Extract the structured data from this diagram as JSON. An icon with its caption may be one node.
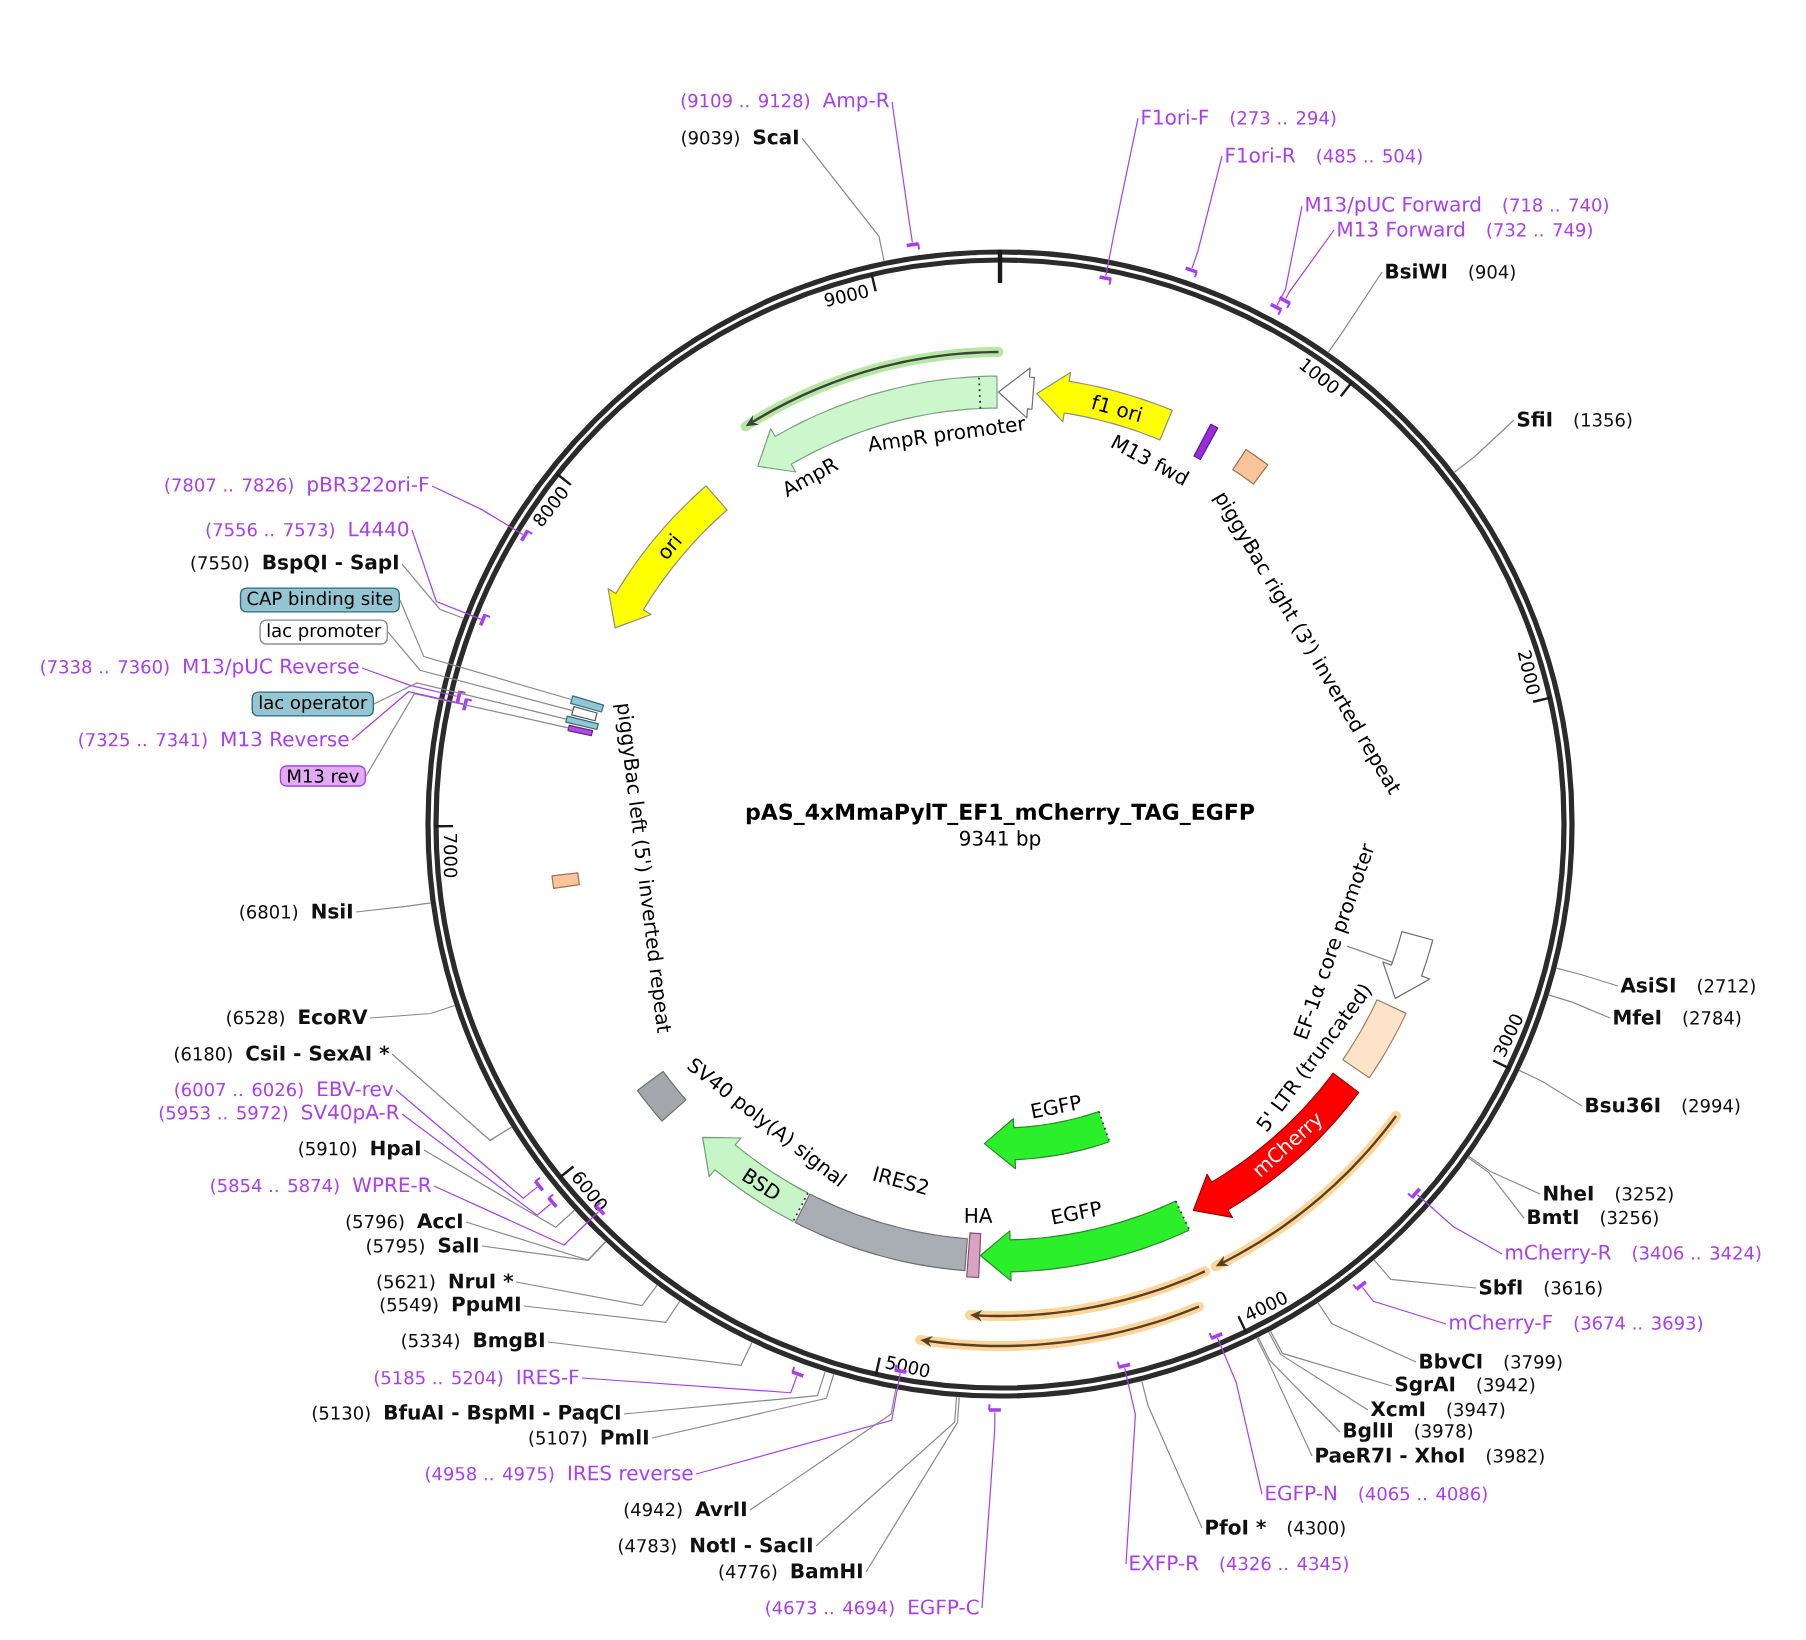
{
  "diagram": {
    "title": "pAS_4xMmaPylT_EF1_mCherry_TAG_EGFP",
    "nodes": [
      {
        "text": [],
        "shape": "circle"
      },
      {
        "text": [
          "f1 ori"
        ],
        "in": 0
      },
      {
        "text": [],
        "shape": "box",
        "in": 0,
        "beside": [
          "M13 fwd"
        ]
      },
      {
        "text": [],
        "shape": "box",
        "in": 0,
        "beside": [
          "piggyBac right (3') inverted repeat"
        ]
      },
      {
        "text": [],
        "shape": "arrow",
        "in": 0
      },
      {
        "text": [
          "EF-1α core promoter"
        ],
        "in": 0
      },
      {
        "text": [],
        "shape": "box",
        "in": 0,
        "beside": [
          "5' LTR (truncated)"
        ]
      },
      {
        "text": [
          "mCherry"
        ],
        "in": 0
      },
      {
        "text": [],
        "shape": "arrow",
        "in": 0,
        "beside": [
          "EGFP"
        ]
      },
      {
        "text": [],
        "shape": "box",
        "in": 0,
        "beside": [
          "HA"
        ]
      },
      {
        "text": [],
        "shape": "bar",
        "in": 0,
        "beside": [
          "IRES2"
        ]
      },
      {
        "text": [
          "BSD"
        ],
        "in": 0
      },
      {
        "text": [],
        "shape": "box",
        "in": 0,
        "beside": [
          "SV40 poly(A) signal"
        ]
      },
      {
        "text": [],
        "shape": "box",
        "in": 0
      },
      {
        "text": [],
        "shape": "box",
        "in": 0
      },
      {
        "text": [],
        "shape": "box",
        "in": 0
      },
      {
        "text": [],
        "shape": "box",
        "in": 0
      },
      {
        "text": [],
        "shape": "box",
        "in": 0
      },
      {
        "text": [
          "ori"
        ],
        "in": 0
      },
      {
        "text": [],
        "shape": "arrow",
        "in": 0,
        "beside": [
          "AmpR"
        ]
      },
      {
        "text": [],
        "shape": "arrow",
        "in": 0,
        "beside": [
          "AmpR promoter"
        ]
      },
      {
        "text": [],
        "shape": "arrow",
        "in": 0,
        "beside": [
          "EGFP"
        ]
      },
      {
        "text": [],
        "shape": "arrow",
        "in": 0
      },
      {
        "text": [],
        "shape": "arrow",
        "in": 0
      },
      {
        "text": [],
        "shape": "arrow",
        "in": 0
      },
      {
        "text": [],
        "shape": "arrow",
        "in": 0
      },
      {
        "text": [
          "(9109 .. 9128)",
          "Amp-R"
        ]
      },
      {
        "text": [
          "F1ori-F",
          "(273 .. 294)"
        ]
      },
      {
        "text": [
          "(9039)",
          "ScaI"
        ]
      },
      {
        "text": [
          "F1ori-R",
          "(485 .. 504)"
        ]
      },
      {
        "text": [
          "M13/pUC Forward",
          "(718 .. 740)"
        ]
      },
      {
        "text": [
          "M13 Forward",
          "(732 .. 749)"
        ]
      },
      {
        "text": [
          "BsiWI",
          "(904)"
        ]
      },
      {
        "text": [
          "SfiI",
          "(1356)"
        ]
      },
      {
        "text": [
          "(7807 .. 7826)",
          "pBR322ori-F"
        ]
      },
      {
        "text": [
          "(7556 .. 7573)",
          "L4440"
        ]
      },
      {
        "text": [
          "(7550)",
          "BspQI - SapI"
        ]
      },
      {
        "text": [
          "CAP binding site"
        ]
      },
      {
        "text": [
          "lac promoter"
        ]
      },
      {
        "text": [
          "(7338 .. 7360)",
          "M13/pUC Reverse"
        ]
      },
      {
        "text": [
          "lac operator"
        ]
      },
      {
        "text": [
          "(7325 .. 7341)",
          "M13 Reverse"
        ]
      },
      {
        "text": [
          "M13 rev"
        ]
      },
      {
        "text": [
          "(6801)",
          "NsiI"
        ]
      },
      {
        "text": [
          "AsiSI",
          "(2712)"
        ]
      },
      {
        "text": [
          "(6528)",
          "EcoRV"
        ]
      },
      {
        "text": [
          "MfeI",
          "(2784)"
        ]
      },
      {
        "text": [
          "(6180)",
          "CsiI - SexAI *"
        ]
      },
      {
        "text": [
          "(6007 .. 6026)",
          "EBV-rev"
        ]
      },
      {
        "text": [
          "(5953 .. 5972)",
          "SV40pA-R"
        ]
      },
      {
        "text": [
          "Bsu36I",
          "(2994)"
        ]
      },
      {
        "text": [
          "(5910)",
          "HpaI"
        ]
      },
      {
        "text": [
          "(5854 .. 5874)",
          "WPRE-R"
        ]
      },
      {
        "text": [
          "NheI",
          "(3252)"
        ]
      },
      {
        "text": [
          "(5796)",
          "AccI"
        ]
      },
      {
        "text": [
          "BmtI",
          "(3256)"
        ]
      },
      {
        "text": [
          "(5795)",
          "SalI"
        ]
      },
      {
        "text": [
          "mCherry-R",
          "(3406 .. 3424)"
        ]
      },
      {
        "text": [
          "(5621)",
          "NruI *"
        ]
      },
      {
        "text": [
          "SbfI",
          "(3616)"
        ]
      },
      {
        "text": [
          "(5549)",
          "PpuMI"
        ]
      },
      {
        "text": [
          "mCherry-F",
          "(3674 .. 3693)"
        ]
      },
      {
        "text": [
          "(5334)",
          "BmgBI"
        ]
      },
      {
        "text": [
          "BbvCI",
          "(3799)"
        ]
      },
      {
        "text": [
          "(5185 .. 5204)",
          "IRES-F"
        ]
      },
      {
        "text": [
          "SgrAI",
          "(3942)"
        ]
      },
      {
        "text": [
          "XcmI",
          "(3947)"
        ]
      },
      {
        "text": [
          "(5130)",
          "BfuAI - BspMI - PaqCI"
        ]
      },
      {
        "text": [
          "BglII",
          "(3978)"
        ]
      },
      {
        "text": [
          "(5107)",
          "PmlI"
        ]
      },
      {
        "text": [
          "PaeR7I - XhoI",
          "(3982)"
        ]
      },
      {
        "text": [
          "(4958 .. 4975)",
          "IRES reverse"
        ]
      },
      {
        "text": [
          "EGFP-N",
          "(4065 .. 4086)"
        ]
      },
      {
        "text": [
          "(4942)",
          "AvrII"
        ]
      },
      {
        "text": [
          "PfoI *",
          "(4300)"
        ]
      },
      {
        "text": [
          "(4783)",
          "NotI - SacII"
        ]
      },
      {
        "text": [
          "EXFP-R",
          "(4326 .. 4345)"
        ]
      },
      {
        "text": [
          "(4776)",
          "BamHI"
        ]
      },
      {
        "text": [
          "(4673 .. 4694)",
          "EGFP-C"
        ]
      },
      {
        "text": [],
        "shape": "bar"
      },
      {
        "text": [],
        "shape": "bar",
        "in": 0
      },
      {
        "text": [],
        "shape": "bar"
      },
      {
        "text": [],
        "shape": "bar"
      },
      {
        "text": [],
        "shape": "bar"
      },
      {
        "text": [],
        "shape": "bar",
        "in": 0
      },
      {
        "text": [],
        "shape": "bar",
        "in": 0
      },
      {
        "text": [],
        "shape": "bar",
        "in": 0
      },
      {
        "text": [],
        "shape": "bar",
        "in": 0
      },
      {
        "text": [],
        "shape": "bar"
      },
      {
        "text": [],
        "shape": "bar"
      },
      {
        "text": [],
        "shape": "bar",
        "in": 0
      },
      {
        "text": [],
        "shape": "bar",
        "in": 0
      },
      {
        "text": [],
        "shape": "bar"
      },
      {
        "text": [],
        "shape": "bar"
      },
      {
        "text": [],
        "shape": "bar",
        "in": 0
      },
      {
        "text": [],
        "shape": "bar",
        "in": 0
      },
      {
        "text": [],
        "shape": "bar",
        "in": 0
      },
      {
        "text": [],
        "shape": "bar"
      }
    ],
    "edges": [
      {
        "from": 5,
        "to": 4,
        "arrow": "none"
      },
      {
        "from": 37,
        "to": 14,
        "arrow": "none"
      },
      {
        "from": 38,
        "to": 15,
        "arrow": "none"
      },
      {
        "from": 40,
        "to": 16,
        "arrow": "none"
      },
      {
        "from": 42,
        "to": 17,
        "arrow": "none"
      },
      {
        "from": 26,
        "to": 79,
        "arrow": "none",
        "color": "#a93ef0"
      },
      {
        "from": 27,
        "to": 80,
        "arrow": "none",
        "color": "#a93ef0"
      },
      {
        "from": 28,
        "to": 0,
        "arrow": "none"
      },
      {
        "from": 29,
        "to": 81,
        "arrow": "none",
        "color": "#a93ef0"
      },
      {
        "from": 30,
        "to": 82,
        "arrow": "none",
        "color": "#a93ef0"
      },
      {
        "from": 31,
        "to": 83,
        "arrow": "none",
        "color": "#a93ef0"
      },
      {
        "from": 32,
        "to": 0,
        "arrow": "none"
      },
      {
        "from": 33,
        "to": 0,
        "arrow": "none"
      },
      {
        "from": 34,
        "to": 84,
        "arrow": "none",
        "color": "#a93ef0"
      },
      {
        "from": 35,
        "to": 85,
        "arrow": "none",
        "color": "#a93ef0"
      },
      {
        "from": 36,
        "to": 0,
        "arrow": "none"
      },
      {
        "from": 39,
        "to": 86,
        "arrow": "none",
        "color": "#a93ef0"
      },
      {
        "from": 41,
        "to": 87,
        "arrow": "none",
        "color": "#a93ef0"
      },
      {
        "from": 43,
        "to": 0,
        "arrow": "none"
      },
      {
        "from": 44,
        "to": 0,
        "arrow": "none"
      },
      {
        "from": 45,
        "to": 0,
        "arrow": "none"
      },
      {
        "from": 46,
        "to": 0,
        "arrow": "none"
      },
      {
        "from": 47,
        "to": 0,
        "arrow": "none"
      },
      {
        "from": 48,
        "to": 88,
        "arrow": "none",
        "color": "#a93ef0"
      },
      {
        "from": 49,
        "to": 89,
        "arrow": "none",
        "color": "#a93ef0"
      },
      {
        "from": 50,
        "to": 0,
        "arrow": "none"
      },
      {
        "from": 51,
        "to": 0,
        "arrow": "none"
      },
      {
        "from": 52,
        "to": 90,
        "arrow": "none",
        "color": "#a93ef0"
      },
      {
        "from": 53,
        "to": 0,
        "arrow": "none"
      },
      {
        "from": 54,
        "to": 0,
        "arrow": "none"
      },
      {
        "from": 55,
        "to": 0,
        "arrow": "none"
      },
      {
        "from": 56,
        "to": 0,
        "arrow": "none"
      },
      {
        "from": 57,
        "to": 91,
        "arrow": "none",
        "color": "#a93ef0"
      },
      {
        "from": 58,
        "to": 0,
        "arrow": "none"
      },
      {
        "from": 59,
        "to": 0,
        "arrow": "none"
      },
      {
        "from": 60,
        "to": 0,
        "arrow": "none"
      },
      {
        "from": 61,
        "to": 92,
        "arrow": "none",
        "color": "#a93ef0"
      },
      {
        "from": 62,
        "to": 0,
        "arrow": "none"
      },
      {
        "from": 63,
        "to": 0,
        "arrow": "none"
      },
      {
        "from": 64,
        "to": 93,
        "arrow": "none",
        "color": "#a93ef0"
      },
      {
        "from": 65,
        "to": 0,
        "arrow": "none"
      },
      {
        "from": 66,
        "to": 0,
        "arrow": "none"
      },
      {
        "from": 67,
        "to": 0,
        "arrow": "none"
      },
      {
        "from": 68,
        "to": 0,
        "arrow": "none"
      },
      {
        "from": 69,
        "to": 0,
        "arrow": "none"
      },
      {
        "from": 70,
        "to": 0,
        "arrow": "none"
      },
      {
        "from": 71,
        "to": 94,
        "arrow": "none",
        "color": "#a93ef0"
      },
      {
        "from": 72,
        "to": 95,
        "arrow": "none",
        "color": "#a93ef0"
      },
      {
        "from": 73,
        "to": 0,
        "arrow": "none"
      },
      {
        "from": 74,
        "to": 0,
        "arrow": "none"
      },
      {
        "from": 75,
        "to": 0,
        "arrow": "none"
      },
      {
        "from": 76,
        "to": 96,
        "arrow": "none",
        "color": "#a93ef0"
      },
      {
        "from": 77,
        "to": 0,
        "arrow": "none"
      },
      {
        "from": 78,
        "to": 97,
        "arrow": "none",
        "color": "#a93ef0"
      }
    ],
    "labels": [
      "9000",
      "1000",
      "8000",
      "2000",
      "piggyBac left (5') inverted repeat",
      "9341 bp",
      "7000",
      "3000",
      "6000",
      "4000",
      "5000"
    ]
  }
}
